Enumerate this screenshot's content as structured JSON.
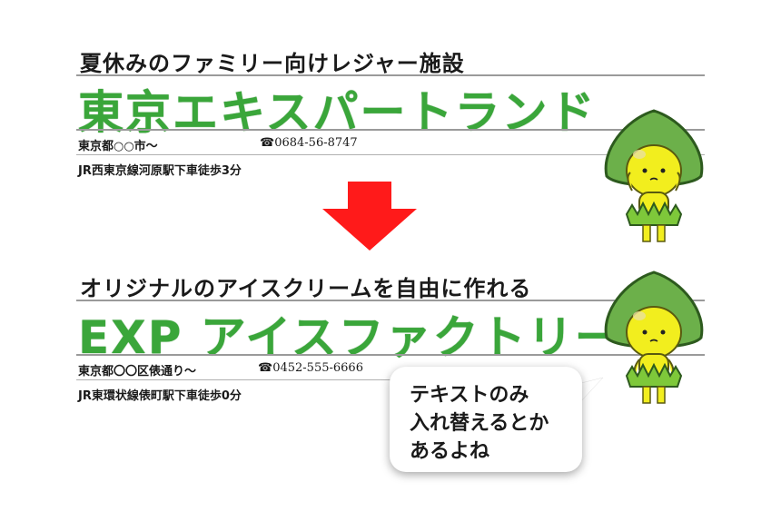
{
  "before": {
    "subtitle": "夏休みのファミリー向けレジャー施設",
    "title": "東京エキスパートランド",
    "address": "東京都○○市〜",
    "phone": "☎0684-56-8747",
    "access": "JR西東京線河原駅下車徒歩3分"
  },
  "after": {
    "subtitle": "オリジナルのアイスクリームを自由に作れる",
    "title": "EXP アイスファクトリー",
    "address": "東京都〇〇区俵通り〜",
    "phone": "☎0452-555-6666",
    "access": "JR東環状線俵町駅下車徒歩0分"
  },
  "bubble": {
    "lines": [
      "テキストのみ",
      "入れ替えるとか",
      "あるよね"
    ]
  },
  "colors": {
    "title_green": "#3aa63a",
    "arrow_red": "#ff1a1a",
    "mascot_leaf": "#6cb04a",
    "mascot_body": "#f2ee1e"
  },
  "icons": [
    "down-arrow-icon",
    "mascot-character-icon",
    "speech-bubble-icon"
  ]
}
